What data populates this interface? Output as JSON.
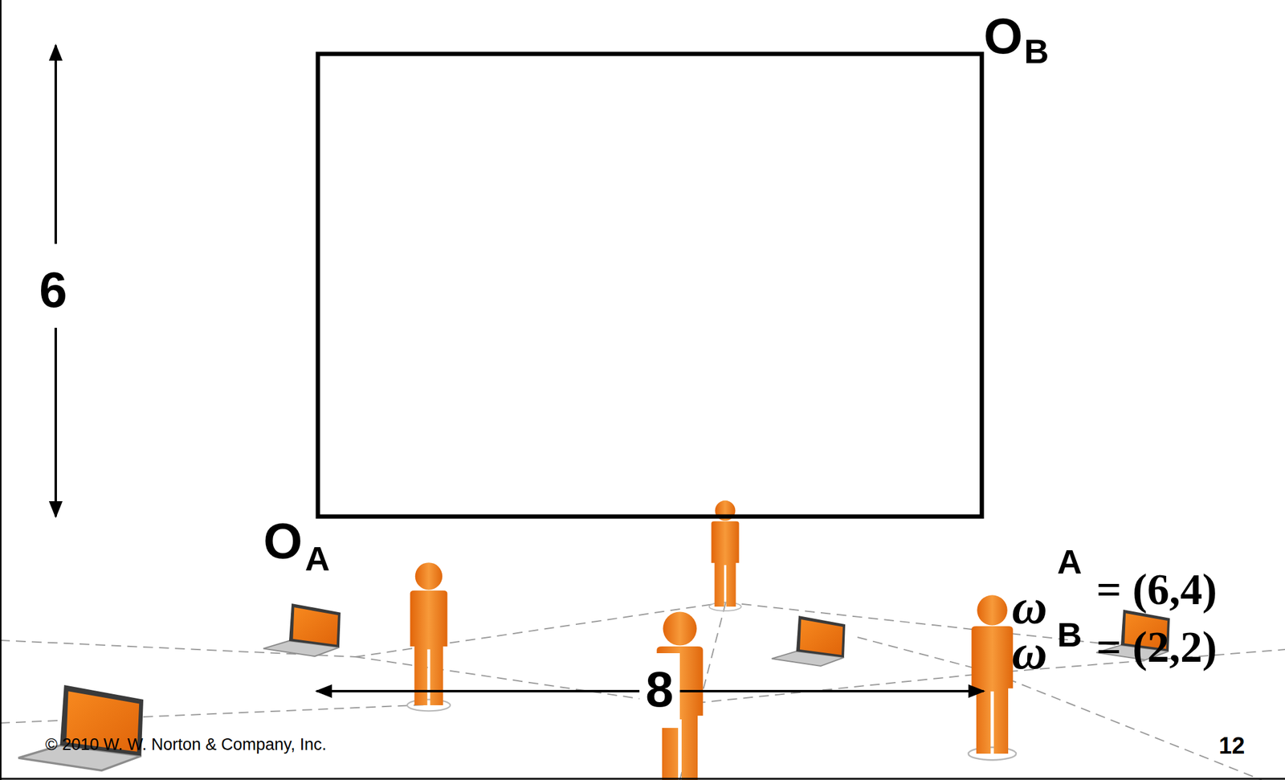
{
  "diagram": {
    "labels": [
      "O",
      "B",
      "6",
      "O",
      "A",
      "ω",
      "A",
      "= (6,4)",
      "ω",
      "B",
      "= (2,2)",
      "8",
      "© 2010 W. W. Norton & Company, Inc.",
      "12"
    ]
  }
}
